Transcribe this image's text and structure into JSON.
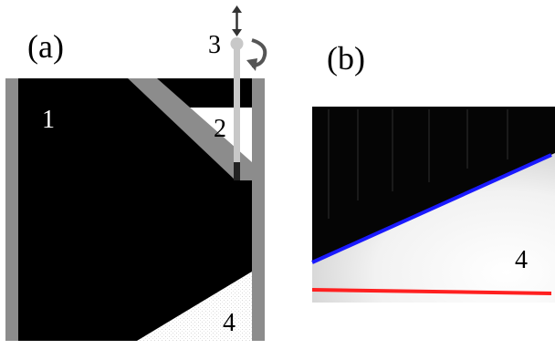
{
  "panel_a": {
    "label": "(a)",
    "regions": {
      "r1": "1",
      "r2": "2",
      "r3": "3",
      "r4": "4"
    },
    "colors": {
      "wall": "#8c8c8c",
      "fluid": "#000000",
      "light": "#ffffff",
      "rod": "#c8c8c8",
      "arrow": "#555555"
    },
    "icons": {
      "vertical": "double-headed-vertical-arrow-icon",
      "rotation": "curved-rotation-arrow-icon"
    }
  },
  "panel_b": {
    "label": "(b)",
    "region_label": "4",
    "colors": {
      "upper_line": "#1a1aff",
      "lower_line": "#ff2020",
      "background": "#050505",
      "region": "#ffffff"
    }
  }
}
